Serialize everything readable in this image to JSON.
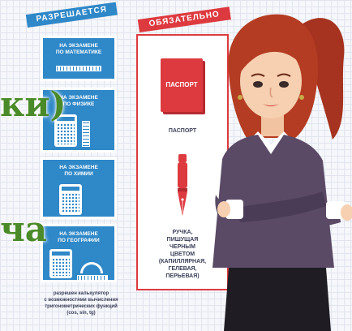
{
  "colors": {
    "allowed_blue": "#2f88c8",
    "required_red": "#dd3a40",
    "text_dark": "#3a3f58",
    "overlay_green": "#4a8a28"
  },
  "allowed": {
    "banner": "РАЗРЕШАЕТСЯ",
    "panels": [
      {
        "lines": [
          "НА ЭКЗАМЕНЕ",
          "ПО МАТЕМАТИКЕ"
        ],
        "icon": "ruler-icon"
      },
      {
        "lines": [
          "НА ЭКЗАМЕНЕ",
          "ПО ФИЗИКЕ"
        ],
        "icon": "calculator-ruler-icon"
      },
      {
        "lines": [
          "НА ЭКЗАМЕНЕ",
          "ПО ХИМИИ"
        ],
        "icon": "calculator-icon"
      },
      {
        "lines": [
          "НА ЭКЗАМЕНЕ",
          "ПО ГЕОГРАФИИ"
        ],
        "icon": "calculator-protractor-icon"
      }
    ],
    "note": [
      "разрешен калькулятор",
      "с возможностями вычисления",
      "тригонометрических функций",
      "(cos, sin, tg)"
    ]
  },
  "required": {
    "banner": "ОБЯЗАТЕЛЬНО",
    "passport_label": "ПАСПОРТ",
    "passport_caption": "ПАСПОРТ",
    "pen_caption": [
      "РУЧКА,",
      "ПИШУЩАЯ",
      "ЧЕРНЫМ",
      "ЦВЕТОМ",
      "(КАПИЛЛЯРНАЯ,",
      "ГЕЛЕВАЯ,",
      "ПЕРЬЕВАЯ)"
    ],
    "pen_icon": "fountain-pen-icon"
  },
  "overlay": {
    "fragment_1": "ки)",
    "fragment_2": "ча"
  }
}
